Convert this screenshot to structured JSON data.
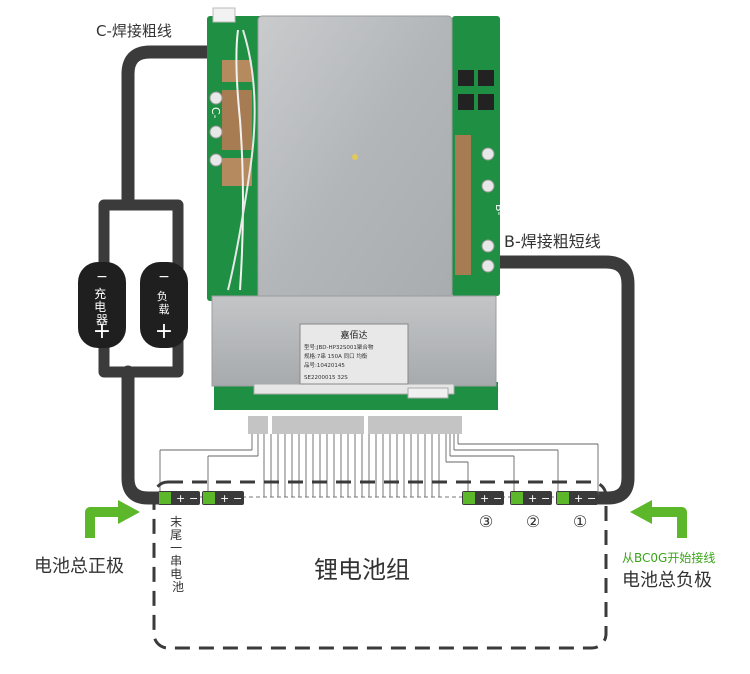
{
  "labels": {
    "c_wire": "C-焊接粗线",
    "b_wire": "B-焊接粗短线",
    "pack_title": "锂电池组",
    "positive_total": "电池总正极",
    "negative_total": "电池总负极",
    "start_note": "从BC0G开始接线",
    "last_cell": "末尾一串电池",
    "charger": "充电器",
    "load": "负载",
    "cell_1": "①",
    "cell_2": "②",
    "cell_3": "③"
  },
  "board": {
    "brand": "嘉佰达",
    "model": "型号:JBD-HP32S001聚合物",
    "spec": "规格:7串 150A  同口 均衡",
    "part": "品号:10420145",
    "serial": "SE2200015  32S",
    "pad_c": "C-",
    "pad_b": "B-"
  },
  "colors": {
    "wire": "#3a3a3a",
    "arrow": "#5cb82a",
    "note": "#3aa51a",
    "pcb": "#1f8f44",
    "plate": "#b9bcbf"
  }
}
